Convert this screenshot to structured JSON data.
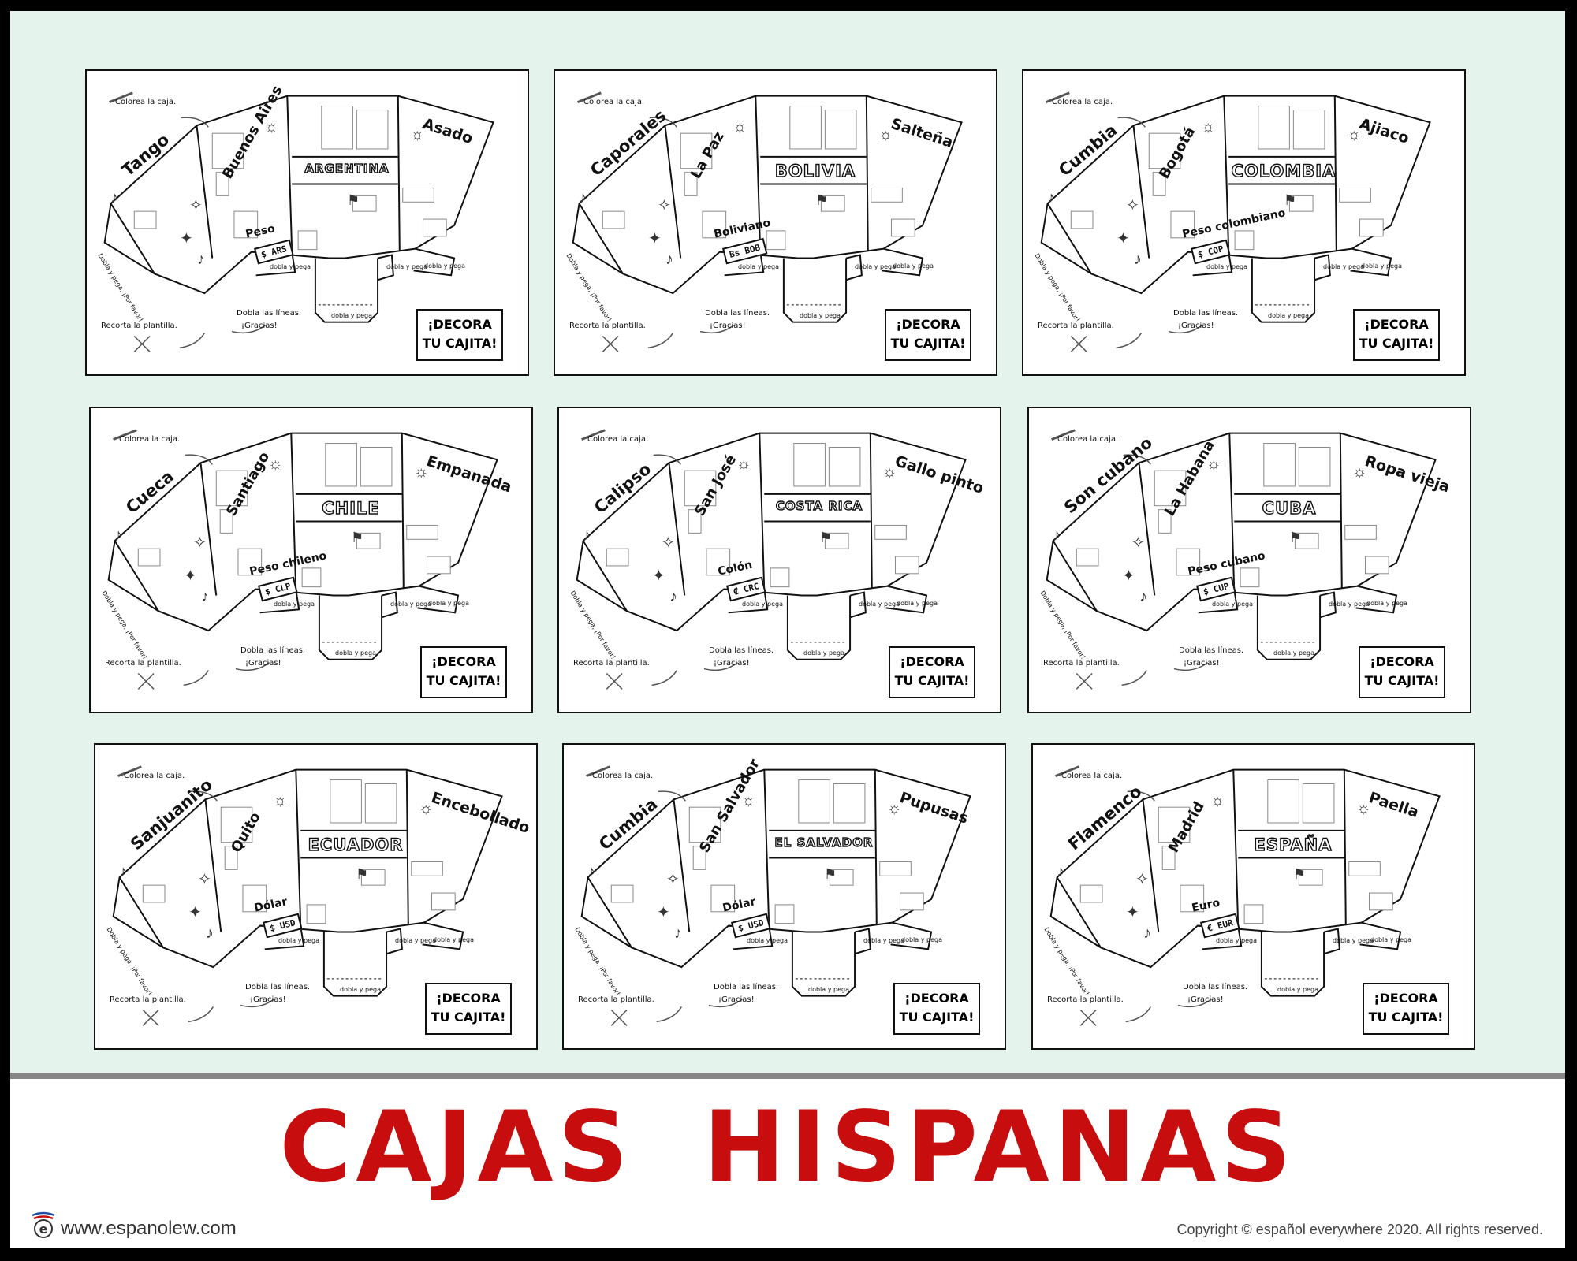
{
  "instructions": {
    "colorea": "Colorea la caja.",
    "recorta": "Recorta la plantilla.",
    "dobla_lineas": "Dobla las líneas.",
    "gracias": "¡Gracias!",
    "dobla_pega": "dobla y pega",
    "dobla_pega_favor": "Dobla y pega, ¡Por favor!",
    "decora_1": "¡DECORA",
    "decora_2": "TU CAJITA!"
  },
  "boxes": [
    {
      "country": "ARGENTINA",
      "dance": "Tango",
      "city": "Buenos Aires",
      "currency_name": "Peso",
      "currency_code": "$ ARS",
      "food": "Asado"
    },
    {
      "country": "BOLIVIA",
      "dance": "Caporales",
      "city": "La Paz",
      "currency_name": "Boliviano",
      "currency_code": "Bs BOB",
      "food": "Salteña"
    },
    {
      "country": "COLOMBIA",
      "dance": "Cumbia",
      "city": "Bogotá",
      "currency_name": "Peso colombiano",
      "currency_code": "$ COP",
      "food": "Ajiaco"
    },
    {
      "country": "CHILE",
      "dance": "Cueca",
      "city": "Santiago",
      "currency_name": "Peso chileno",
      "currency_code": "$ CLP",
      "food": "Empanada"
    },
    {
      "country": "COSTA RICA",
      "dance": "Calipso",
      "city": "San José",
      "currency_name": "Colón",
      "currency_code": "₡ CRC",
      "food": "Gallo pinto"
    },
    {
      "country": "CUBA",
      "dance": "Son cubano",
      "city": "La Habana",
      "currency_name": "Peso cubano",
      "currency_code": "$ CUP",
      "food": "Ropa vieja"
    },
    {
      "country": "ECUADOR",
      "dance": "Sanjuanito",
      "city": "Quito",
      "currency_name": "Dólar",
      "currency_code": "$ USD",
      "food": "Encebollado"
    },
    {
      "country": "EL SALVADOR",
      "dance": "Cumbia",
      "city": "San Salvador",
      "currency_name": "Dólar",
      "currency_code": "$ USD",
      "food": "Pupusas"
    },
    {
      "country": "ESPAÑA",
      "dance": "Flamenco",
      "city": "Madrid",
      "currency_name": "Euro",
      "currency_code": "€ EUR",
      "food": "Paella"
    }
  ],
  "title": "CAJAS  HISPANAS",
  "website": "www.espanolew.com",
  "copyright": "Copyright © español everywhere 2020. All rights reserved.",
  "colors": {
    "title": "#c70d0d",
    "background": "#e4f3ec",
    "border": "#111111"
  },
  "icons": [
    "pencil-icon",
    "scissors-icon",
    "arrow-icon",
    "sun-icon",
    "music-note-icon",
    "sparkle-icon",
    "flag-icon",
    "logo-icon"
  ]
}
